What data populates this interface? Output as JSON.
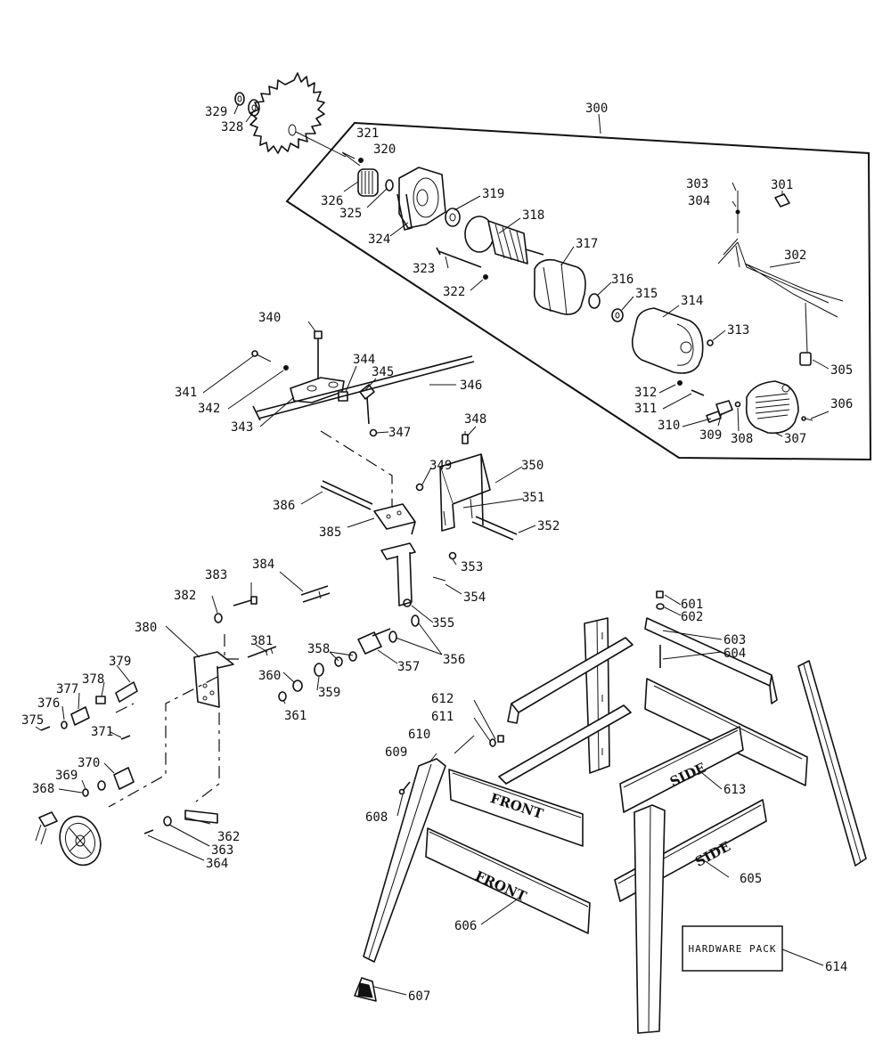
{
  "callouts": {
    "c300": "300",
    "c301": "301",
    "c302": "302",
    "c303": "303",
    "c304": "304",
    "c305": "305",
    "c306": "306",
    "c307": "307",
    "c308": "308",
    "c309": "309",
    "c310": "310",
    "c311": "311",
    "c312": "312",
    "c313": "313",
    "c314": "314",
    "c315": "315",
    "c316": "316",
    "c317": "317",
    "c318": "318",
    "c319": "319",
    "c320": "320",
    "c321": "321",
    "c322": "322",
    "c323": "323",
    "c324": "324",
    "c325": "325",
    "c326": "326",
    "c328": "328",
    "c329": "329",
    "c340": "340",
    "c341": "341",
    "c342": "342",
    "c343": "343",
    "c344": "344",
    "c345": "345",
    "c346": "346",
    "c347": "347",
    "c348": "348",
    "c349": "349",
    "c350": "350",
    "c351": "351",
    "c352": "352",
    "c353": "353",
    "c354": "354",
    "c355": "355",
    "c356": "356",
    "c357": "357",
    "c358": "358",
    "c359": "359",
    "c360": "360",
    "c361": "361",
    "c362": "362",
    "c363": "363",
    "c364": "364",
    "c368": "368",
    "c369": "369",
    "c370": "370",
    "c371": "371",
    "c375": "375",
    "c376": "376",
    "c377": "377",
    "c378": "378",
    "c379": "379",
    "c380": "380",
    "c381": "381",
    "c382": "382",
    "c383": "383",
    "c384": "384",
    "c385": "385",
    "c386": "386",
    "c601": "601",
    "c602": "602",
    "c603": "603",
    "c604": "604",
    "c605": "605",
    "c606": "606",
    "c607": "607",
    "c608": "608",
    "c609": "609",
    "c610": "610",
    "c611": "611",
    "c612": "612",
    "c613": "613",
    "c614": "614"
  },
  "stencils": {
    "front_upper": "FRONT",
    "front_lower": "FRONT",
    "side_upper": "SIDE",
    "side_lower": "SIDE"
  },
  "hardware_pack": "HARDWARE PACK"
}
